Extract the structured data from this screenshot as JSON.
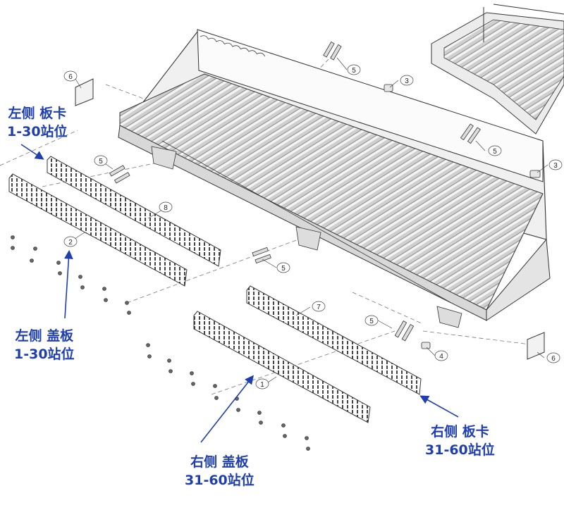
{
  "callouts": {
    "left_card": {
      "line1": "左侧 板卡",
      "line2": "1-30站位"
    },
    "left_cover": {
      "line1": "左侧 盖板",
      "line2": "1-30站位"
    },
    "right_cover": {
      "line1": "右侧 盖板",
      "line2": "31-60站位"
    },
    "right_card": {
      "line1": "右侧 板卡",
      "line2": "31-60站位"
    }
  },
  "part_numbers": {
    "p1": "1",
    "p2": "2",
    "p3a": "3",
    "p3b": "3",
    "p4": "4",
    "p5a": "5",
    "p5b": "5",
    "p5c": "5",
    "p5d": "5",
    "p5e": "5",
    "p6a": "6",
    "p6b": "6",
    "p7": "7",
    "p8": "8"
  },
  "colors": {
    "callout_text": "#1f3fae",
    "callout_arrow": "#1f3fae",
    "line_art": "#333333"
  }
}
